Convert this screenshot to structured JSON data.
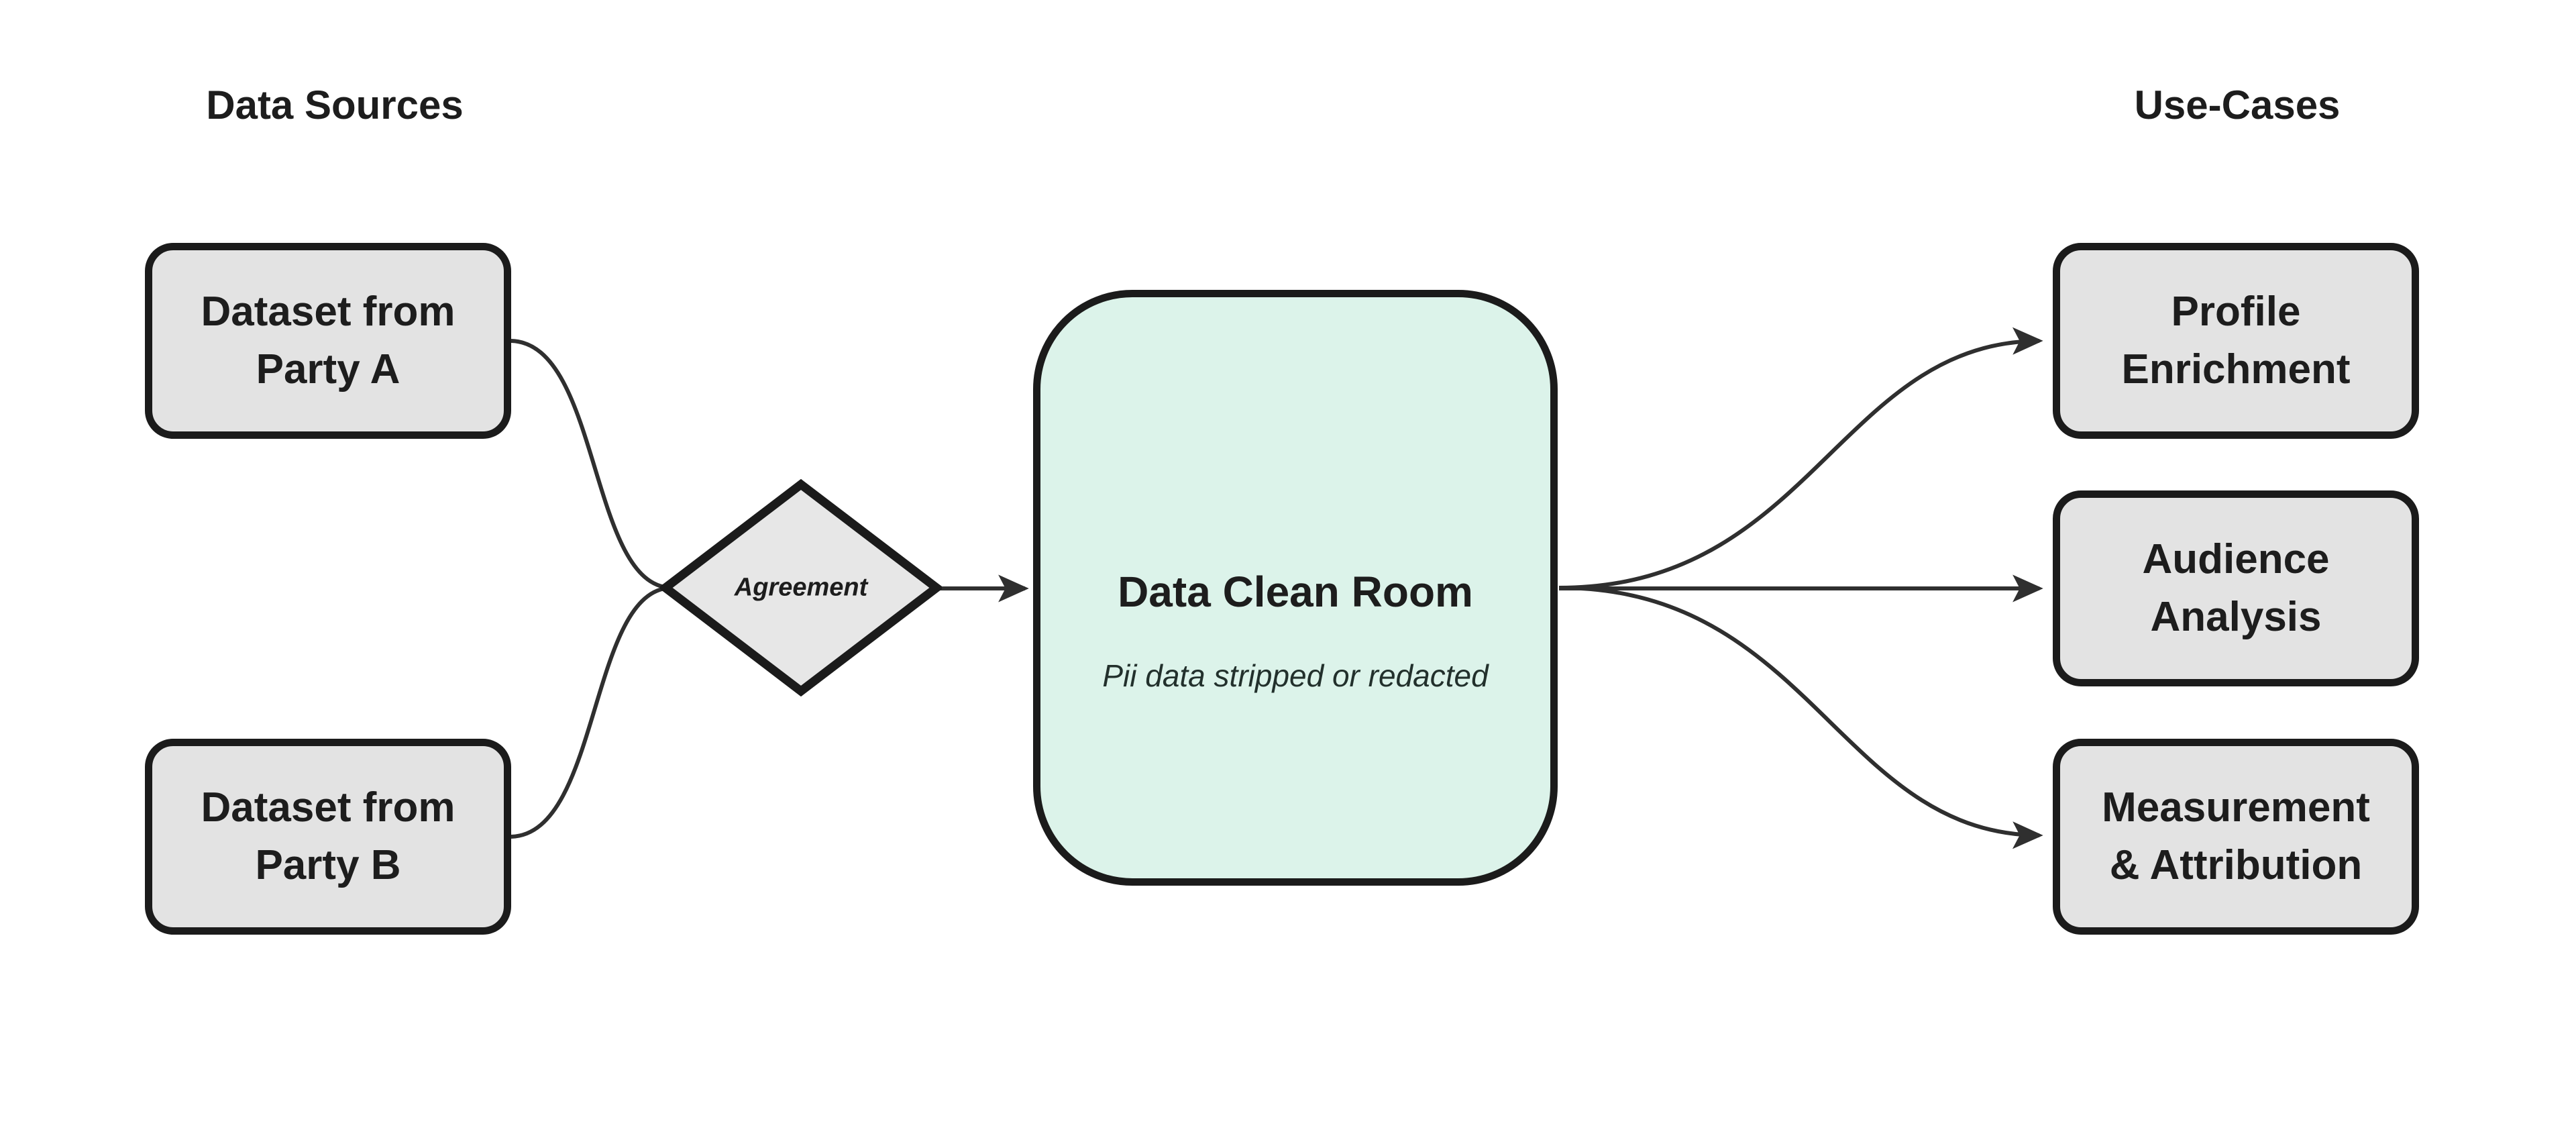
{
  "headings": {
    "data_sources": "Data Sources",
    "use_cases": "Use-Cases"
  },
  "nodes": {
    "party_a": {
      "lines": [
        "Dataset from",
        "Party A"
      ]
    },
    "party_b": {
      "lines": [
        "Dataset from",
        "Party B"
      ]
    },
    "agreement": {
      "label": "Agreement"
    },
    "clean_room": {
      "title": "Data Clean Room",
      "subtitle": "Pii data stripped or redacted"
    },
    "profile": {
      "lines": [
        "Profile",
        "Enrichment"
      ]
    },
    "audience": {
      "lines": [
        "Audience",
        "Analysis"
      ]
    },
    "measurement": {
      "lines": [
        "Measurement",
        "& Attribution"
      ]
    }
  },
  "colors": {
    "background": "#ffffff",
    "node_fill": "#e3e3e3",
    "clean_room_fill": "#dcf3ea",
    "border": "#1b1b1b",
    "connector": "#2f2f2f",
    "text": "#1d1d1d"
  }
}
